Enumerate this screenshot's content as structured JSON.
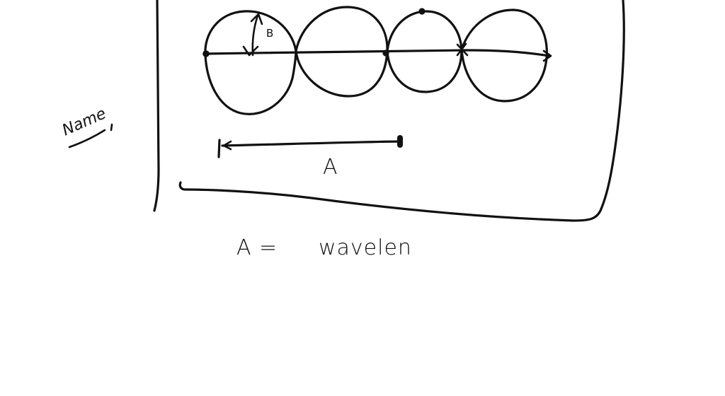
{
  "labels": {
    "name": "Name",
    "wavelength_marker": "A",
    "amplitude_marker": "B",
    "equation_left": "A =",
    "equation_right": "wavelen"
  },
  "colors": {
    "ink": "#111111",
    "background": "#ffffff"
  }
}
